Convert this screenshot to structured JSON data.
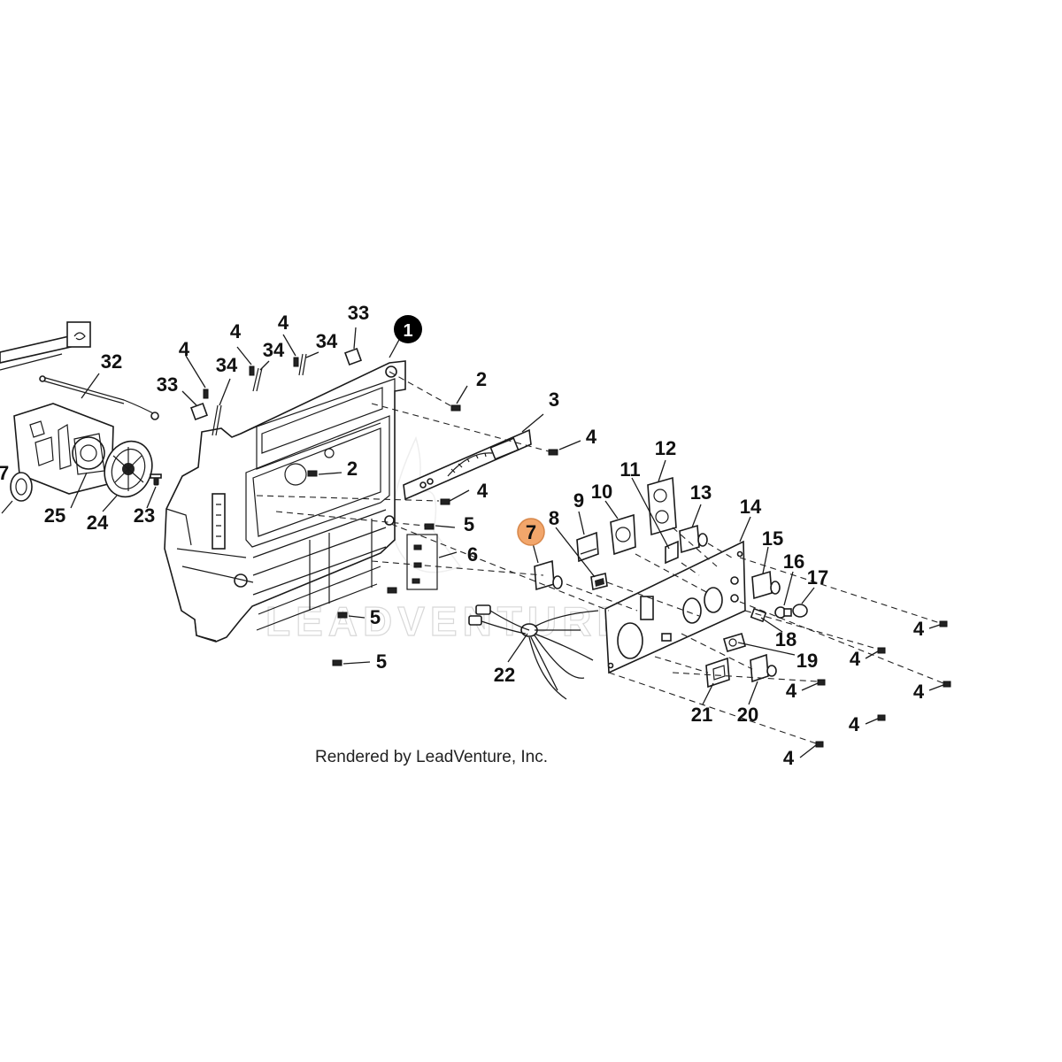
{
  "diagram": {
    "credit": "Rendered by LeadVenture, Inc.",
    "watermark": "LEADVENTURE",
    "highlight_color": "#f2a66b",
    "callouts": {
      "c1": "1",
      "c2a": "2",
      "c2b": "2",
      "c3": "3",
      "c4a": "4",
      "c4b": "4",
      "c4c": "4",
      "c4d": "4",
      "c4e": "4",
      "c4f": "4",
      "c4g": "4",
      "c4h": "4",
      "c4i": "4",
      "c4j": "4",
      "c4k": "4",
      "c5a": "5",
      "c5b": "5",
      "c5c": "5",
      "c6": "6",
      "c7": "7",
      "c7left": "7",
      "c8": "8",
      "c9": "9",
      "c10": "10",
      "c11": "11",
      "c12": "12",
      "c13": "13",
      "c14": "14",
      "c15": "15",
      "c16": "16",
      "c17": "17",
      "c18": "18",
      "c19": "19",
      "c20": "20",
      "c21": "21",
      "c22": "22",
      "c23": "23",
      "c24": "24",
      "c25": "25",
      "c32": "32",
      "c33a": "33",
      "c33b": "33",
      "c34a": "34",
      "c34b": "34",
      "c34c": "34"
    }
  }
}
